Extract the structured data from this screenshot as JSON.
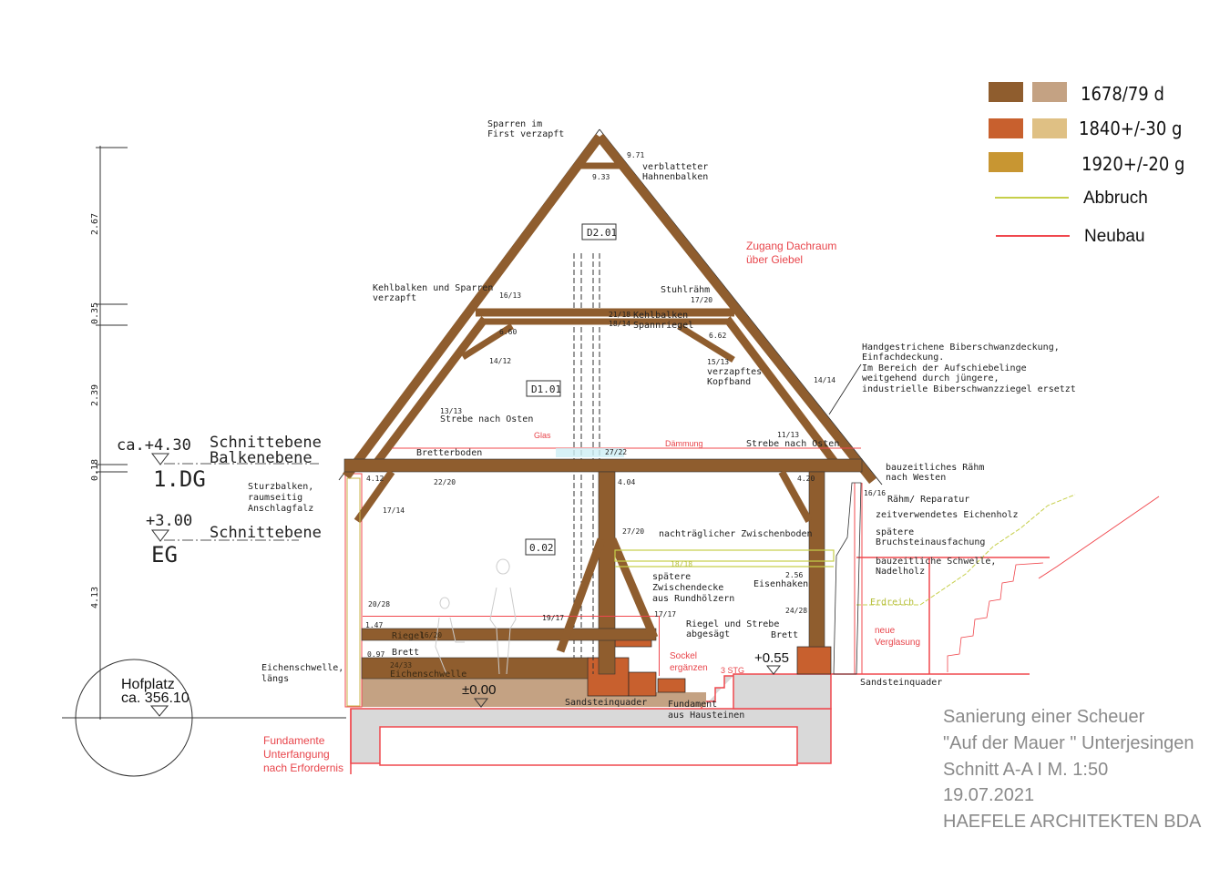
{
  "legend": {
    "items": [
      {
        "label": "1678/79 d",
        "colors": [
          "#8f5d2e",
          "#c4a283"
        ]
      },
      {
        "label": "1840+/-30 g",
        "colors": [
          "#c8602e",
          "#dfc084"
        ]
      },
      {
        "label": "1920+/-20 g",
        "colors": [
          "#c89632"
        ]
      }
    ],
    "lines": [
      {
        "label": "Abbruch",
        "color": "#c6cf4a"
      },
      {
        "label": "Neubau",
        "color": "#f0484e"
      }
    ]
  },
  "levels": {
    "dims": [
      "2.67",
      "0.35",
      "2.39",
      "0.18",
      "4.13"
    ],
    "upper_elev": "ca.+4.30",
    "upper_label1": "Schnittebene",
    "upper_label2": "Balkenebene",
    "upper_floor": "1.DG",
    "lower_elev": "+3.00",
    "lower_label": "Schnittebene",
    "lower_floor": "EG",
    "hof1": "Hofplatz",
    "hof2": "ca. 356.10"
  },
  "rooms": [
    "D2.01",
    "D1.01",
    "0.02"
  ],
  "annotations": {
    "sparren1": "Sparren im",
    "sparren2": "First verzapft",
    "hahn1": "verblatteter",
    "hahn2": "Hahnenbalken",
    "h971": "9.71",
    "h933": "9.33",
    "zugang1": "Zugang Dachraum",
    "zugang2": "über Giebel",
    "kehl1": "Kehlbalken und Sparren",
    "kehl2": "verzapft",
    "d1613": "16/13",
    "stuhl": "Stuhlrähm",
    "d1720": "17/20",
    "d2118": "21/18",
    "kehlbalken": "Kehlbalken",
    "d1814": "18/14",
    "spannriegel": "Spannriegel",
    "h660": "6.60",
    "h662": "6.62",
    "d1412": "14/12",
    "d1513": "15/13",
    "kopf1": "verzapftes",
    "kopf2": "Kopfband",
    "d1414": "14/14",
    "d1313": "13/13",
    "strebe_w": "Strebe nach Osten",
    "d1113": "11/13",
    "strebe_e": "Strebe nach Osten",
    "dach1": "Handgestrichene Biberschwanzdeckung,",
    "dach2": "Einfachdeckung.",
    "dach3": "Im Bereich der Aufschiebelinge",
    "dach4": "weitgehend durch jüngere,",
    "dach5": "industrielle Biberschwanzziegel ersetzt",
    "glas": "Glas",
    "daemmung": "Dämmung",
    "bretterboden": "Bretterboden",
    "d2722": "27/22",
    "h412": "4.12",
    "d2220": "22/20",
    "h404": "4.04",
    "h420": "4.20",
    "raehm1": "bauzeitliches Rähm",
    "raehm2": "nach Westen",
    "d1616": "16/16",
    "raehm_rep": "Rähm/ Reparatur",
    "zeit": "zeitverwendetes Eichenholz",
    "spaet1": "spätere",
    "spaet2": "Bruchsteinausfachung",
    "schw1": "bauzeitliche Schwelle,",
    "schw2": "Nadelholz",
    "sturz1": "Sturzbalken,",
    "sturz2": "raumseitig",
    "sturz3": "Anschlagfalz",
    "d1714": "17/14",
    "d2720": "27/20",
    "zwischen": "nachträglicher Zwischenboden",
    "d1818": "18/18",
    "zd1": "spätere",
    "zd2": "Zwischendecke",
    "zd3": "aus Rundhölzern",
    "h256": "2.56",
    "eisen": "Eisenhaken",
    "d2028": "20/28",
    "d2428": "24/28",
    "erdreich": "Erdreich",
    "verg1": "neue",
    "verg2": "Verglasung",
    "h147": "1.47",
    "riegel": "Riegel",
    "d1620": "16/20",
    "d1917": "19/17",
    "d1717": "17/17",
    "rs1": "Riegel und Strebe",
    "rs2": "abgesägt",
    "brett_r": "Brett",
    "h097": "0.97",
    "brett_l": "Brett",
    "d2433": "24/33",
    "eichen": "Eichenschwelle",
    "eichl1": "Eichenschwelle,",
    "eichl2": "längs",
    "sockel1": "Sockel",
    "sockel2": "ergänzen",
    "stg": "3 STG",
    "plus055": "+0.55",
    "pm000": "±0.00",
    "sandstein_l": "Sandsteinquader",
    "sandstein_r": "Sandsteinquader",
    "fund1": "Fundament",
    "fund2": "aus Hausteinen",
    "fu1": "Fundamente",
    "fu2": "Unterfangung",
    "fu3": "nach Erfordernis"
  },
  "titleblock": {
    "line1": "Sanierung einer Scheuer",
    "line2": "\"Auf der Mauer \" Unterjesingen",
    "line3": "Schnitt A-A I M. 1:50",
    "line4": "19.07.2021",
    "line5": "HAEFELE ARCHITEKTEN BDA"
  }
}
